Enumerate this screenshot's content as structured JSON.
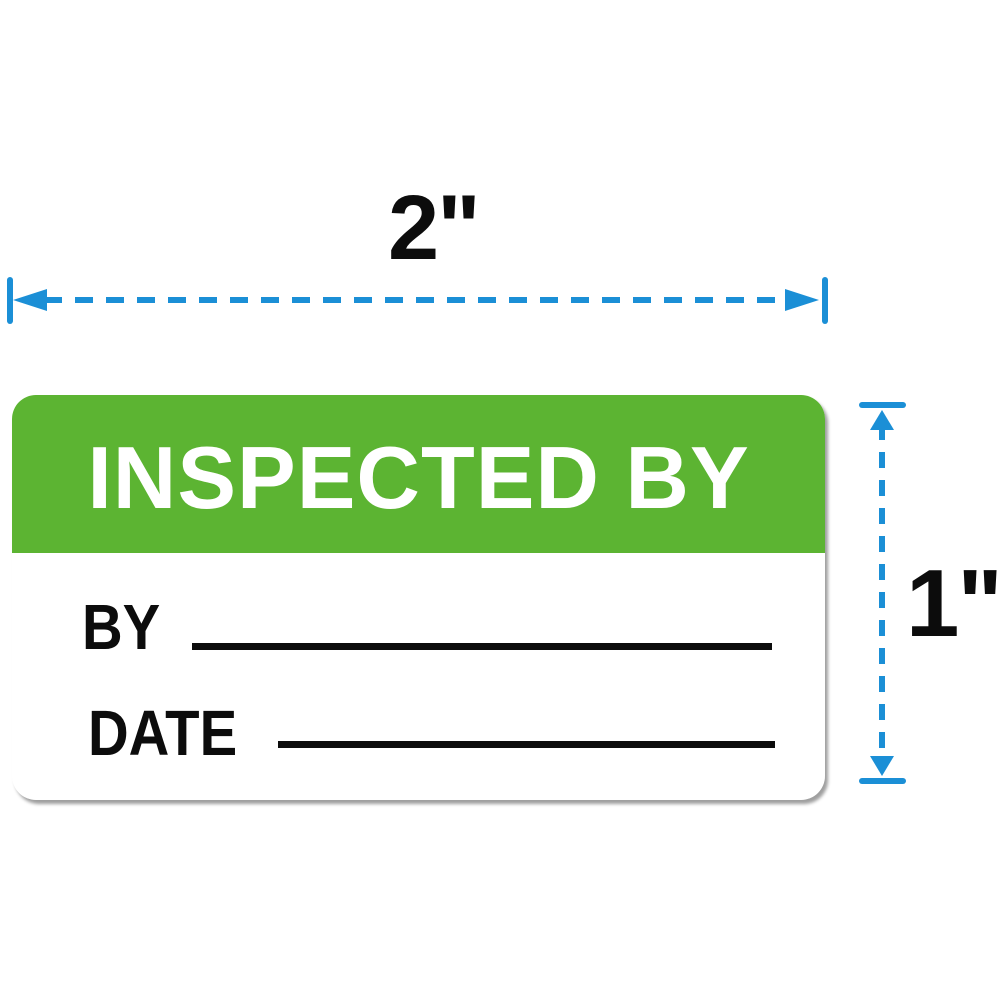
{
  "dimensions": {
    "width_label": "2\"",
    "height_label": "1\""
  },
  "label": {
    "title": "INSPECTED BY",
    "fields": [
      {
        "name": "BY"
      },
      {
        "name": "DATE"
      }
    ]
  },
  "colors": {
    "green": "#5cb432",
    "blue": "#1b8fd6",
    "ink": "#0c0c0c"
  }
}
